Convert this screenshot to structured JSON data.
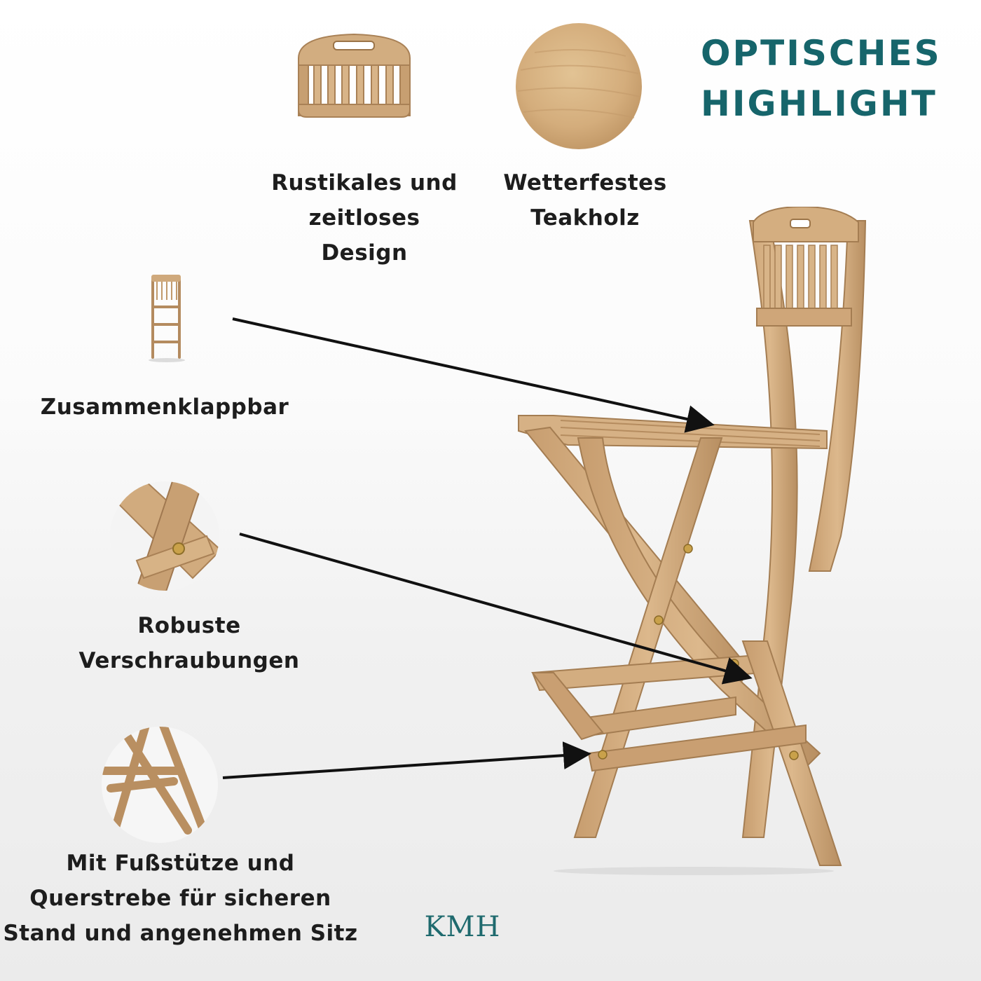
{
  "headline": "OPTISCHES\nHIGHLIGHT",
  "features": {
    "design": "Rustikales und\nzeitloses\nDesign",
    "teak": "Wetterfestes\nTeakholz",
    "foldable": "Zusammenklappbar",
    "screws": "Robuste\nVerschraubungen",
    "footrest": "Mit Fußstütze und\nQuerstrebe für sicheren\nStand und angenehmen Sitz"
  },
  "brand": "KMH",
  "colors": {
    "headline": "#16656b",
    "wood": "#cfa97c",
    "wood_dark": "#a47d52",
    "text": "#1d1d1d"
  }
}
